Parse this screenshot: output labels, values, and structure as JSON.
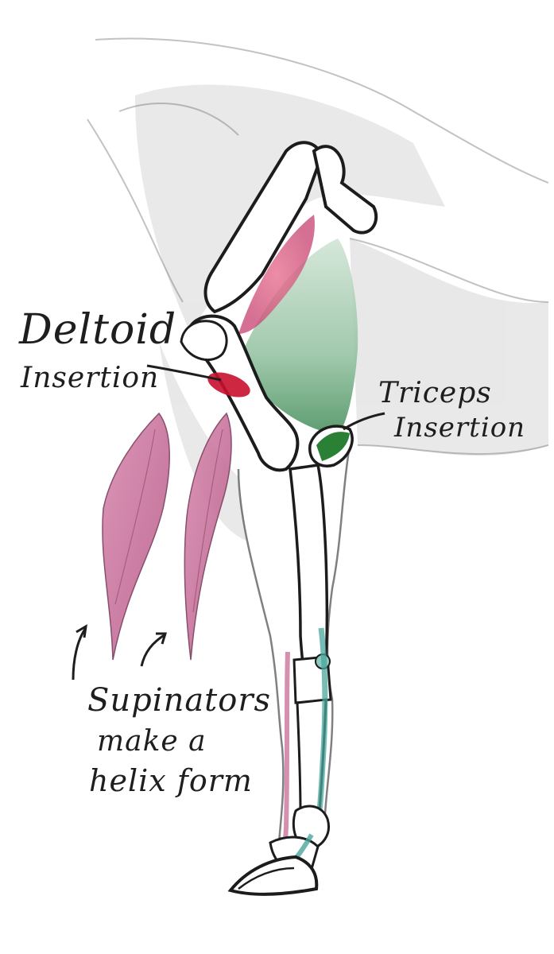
{
  "labels": {
    "deltoid": [
      "Deltoid",
      "Insertion"
    ],
    "triceps": [
      "Triceps",
      "Insertion"
    ],
    "supinators": [
      "Supinators",
      "make a",
      "helix form"
    ]
  },
  "colors": {
    "deltoid_insertion": "#c8102e",
    "triceps_insertion": "#1f7a2a",
    "triceps_muscle": "#7fb08f",
    "deltoid_muscle": "#d65a86",
    "supinator_muscle": "#c9749a",
    "extensor_tendon": "#4aa59c",
    "pencil": "#2a2a2a"
  }
}
